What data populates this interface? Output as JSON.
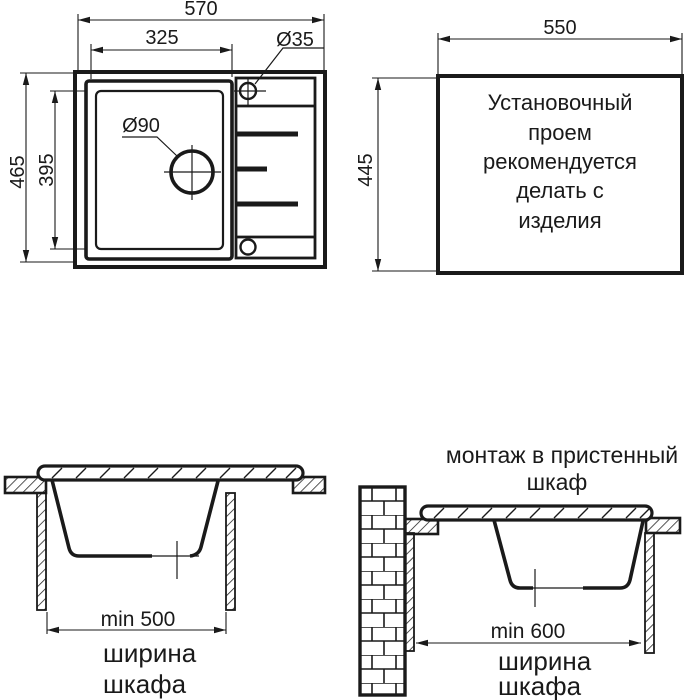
{
  "background_color": "#ffffff",
  "line_color": "#1a1a1a",
  "top_view": {
    "overall_width": "570",
    "bowl_width": "325",
    "faucet_hole_diameter": "Ø35",
    "overall_depth": "465",
    "bowl_depth": "395",
    "drain_diameter": "Ø90"
  },
  "installation_opening": {
    "width": "550",
    "height": "445",
    "note_lines": [
      "Установочный",
      "проем",
      "рекомендуется",
      "делать с",
      "изделия"
    ]
  },
  "base_cabinet_section": {
    "min_width": "min 500",
    "caption_line1": "ширина",
    "caption_line2": "шкафа"
  },
  "wall_cabinet_section": {
    "title_line1": "монтаж в пристенный",
    "title_line2": "шкаф",
    "min_width": "min 600",
    "caption_line1": "ширина",
    "caption_line2": "шкафа"
  }
}
